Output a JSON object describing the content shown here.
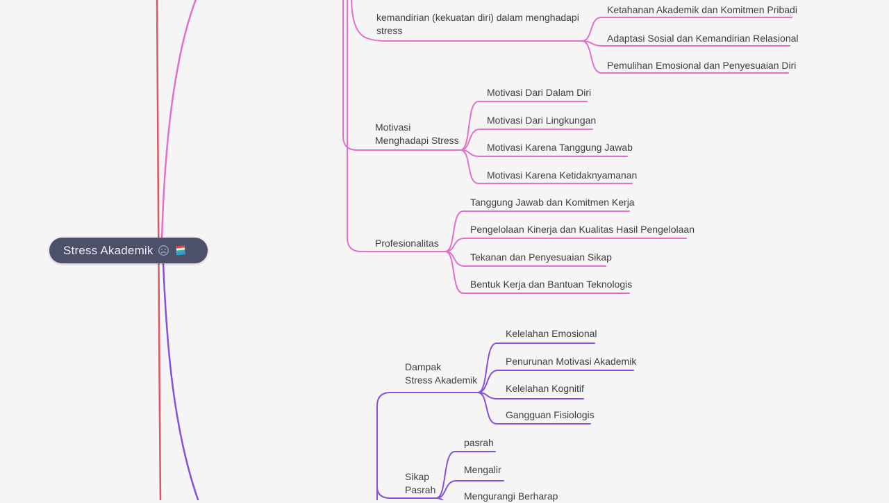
{
  "colors": {
    "background": "#f5f5f6",
    "pink_branch": "#e46ec9",
    "purple_branch": "#8450dc",
    "red_branch": "#dd5560",
    "root_fill": "#4c5069",
    "root_text": "#f0f1f5",
    "topic_text": "#3e3e42"
  },
  "root": {
    "label": "Stress Akademik",
    "icons": [
      "frowning-face-icon",
      "books-icon"
    ]
  },
  "branches": [
    {
      "label": "kemandirian (kekuatan diri) dalam menghadapi\nstress",
      "children": [
        "Ketahanan Akademik dan Komitmen Pribadi",
        "Adaptasi Sosial dan Kemandirian Relasional",
        "Pemulihan Emosional dan Penyesuaian Diri"
      ]
    },
    {
      "label": "Motivasi\nMenghadapi Stress",
      "children": [
        "Motivasi Dari Dalam Diri",
        "Motivasi Dari Lingkungan",
        "Motivasi Karena Tanggung Jawab",
        "Motivasi Karena Ketidaknyamanan"
      ]
    },
    {
      "label": "Profesionalitas",
      "children": [
        "Tanggung Jawab dan Komitmen Kerja",
        "Pengelolaan Kinerja dan Kualitas Hasil Pengelolaan",
        "Tekanan dan Penyesuaian Sikap",
        "Bentuk Kerja dan Bantuan Teknologis"
      ]
    },
    {
      "label": "Dampak\nStress Akademik",
      "children": [
        "Kelelahan Emosional",
        "Penurunan Motivasi Akademik",
        "Kelelahan Kognitif",
        "Gangguan Fisiologis"
      ]
    },
    {
      "label": "Sikap\nPasrah",
      "children": [
        "pasrah",
        "Mengalir",
        "Mengurangi Berharap"
      ]
    }
  ]
}
